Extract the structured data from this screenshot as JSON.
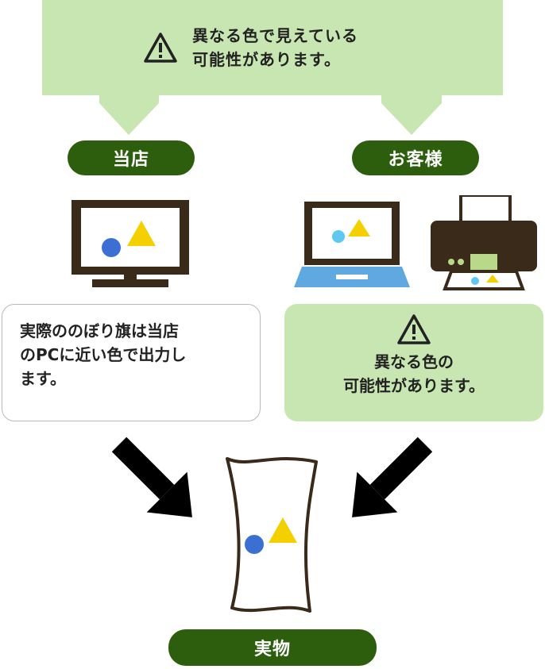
{
  "top_banner": {
    "lines": [
      "異なる色で見えている",
      "可能性があります。"
    ],
    "icon": "warning-icon"
  },
  "labels": {
    "store": "当店",
    "customer": "お客様",
    "actual": "実物"
  },
  "store_card": {
    "lines": [
      "実際ののぼり旗は当店",
      "のPCに近い色で出力し",
      "ます。"
    ]
  },
  "customer_card": {
    "lines": [
      "異なる色の",
      "可能性があります。"
    ],
    "icon": "warning-icon"
  },
  "colors": {
    "banner_green": "#c8e6b1",
    "pill_green": "#2c5e0e",
    "device_brown": "#3a2a1a",
    "laptop_blue": "#5fa8e0",
    "shape_blue": "#3b6fd3",
    "shape_lightblue": "#5ec8f0",
    "shape_yellow": "#f5d000",
    "screen_green": "#b9d88a"
  }
}
